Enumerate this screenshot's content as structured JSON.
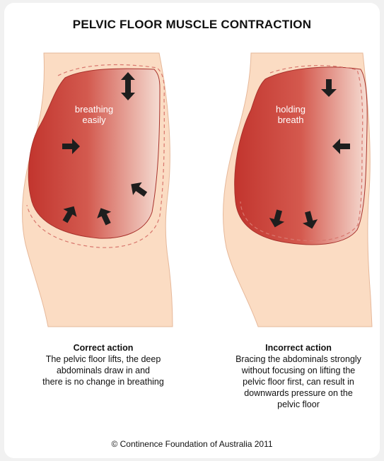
{
  "title": "PELVIC FLOOR MUSCLE CONTRACTION",
  "colors": {
    "skin": "#fbdcc3",
    "skin_outline": "#e6b89a",
    "muscle_dark": "#c2352e",
    "muscle_light": "#f5dcd2",
    "dashed": "#d8776e",
    "arrow": "#1e1e1e"
  },
  "left_panel": {
    "inner_label_line1": "breathing",
    "inner_label_line2": "easily",
    "caption_heading": "Correct action",
    "caption_line1": "The pelvic floor lifts, the deep",
    "caption_line2": "abdominals draw in and",
    "caption_line3": "there is no change in breathing",
    "arrows": [
      "up-down-arrow-icon",
      "right-arrow-icon",
      "up-left-arrow-icon",
      "up-right-arrow-icon",
      "up-right-arrow-icon"
    ]
  },
  "right_panel": {
    "inner_label_line1": "holding",
    "inner_label_line2": "breath",
    "caption_heading": "Incorrect action",
    "caption_line1": "Bracing the abdominals strongly",
    "caption_line2": "without focusing on lifting the",
    "caption_line3": "pelvic floor first, can result in",
    "caption_line4": "downwards pressure on the",
    "caption_line5": "pelvic floor",
    "arrows": [
      "down-arrow-icon",
      "left-arrow-icon",
      "down-arrow-icon",
      "down-arrow-icon"
    ]
  },
  "footer": "© Continence Foundation of Australia 2011"
}
